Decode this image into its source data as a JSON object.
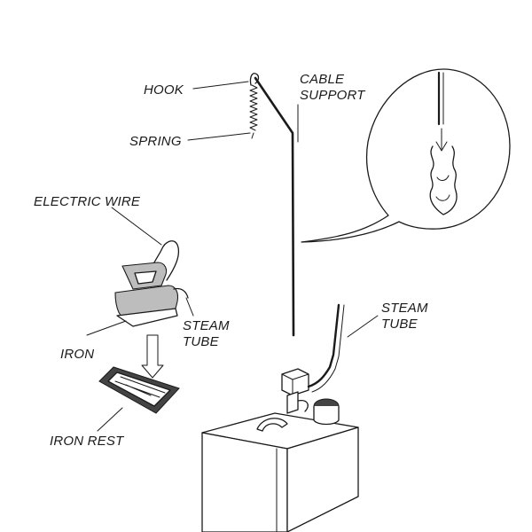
{
  "labels": {
    "hook": "HOOK",
    "spring": "SPRING",
    "cable_support_line1": "CABLE",
    "cable_support_line2": "SUPPORT",
    "electric_wire": "ELECTRIC WIRE",
    "steam_tube_left_line1": "STEAM",
    "steam_tube_left_line2": "TUBE",
    "iron": "IRON",
    "iron_rest": "IRON REST",
    "steam_tube_right_line1": "STEAM",
    "steam_tube_right_line2": "TUBE"
  },
  "colors": {
    "ink": "#1a1a1a",
    "iron_body": "#bdbdbd",
    "background": "#ffffff"
  }
}
